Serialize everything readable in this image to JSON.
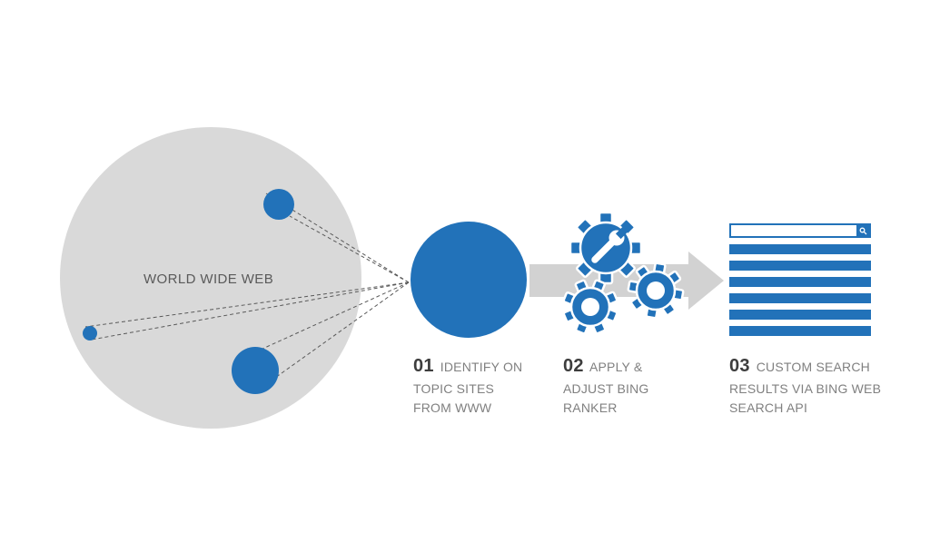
{
  "diagram": {
    "www_label": "WORLD WIDE WEB",
    "steps": [
      {
        "num": "01",
        "text": "IDENTIFY ON TOPIC SITES FROM WWW"
      },
      {
        "num": "02",
        "text": "APPLY & ADJUST BING RANKER"
      },
      {
        "num": "03",
        "text": "CUSTOM SEARCH RESULTS VIA BING WEB SEARCH API"
      }
    ],
    "icons": {
      "step1": "filled-circle-icon",
      "step2": "gears-with-wrench-icon",
      "step3": "search-results-list-icon"
    },
    "colors": {
      "accent": "#2272b9",
      "www_circle_gray": "#d9d9d9",
      "arrow_gray": "#d2d2d2",
      "dashed_line_gray": "#595959",
      "step_text_gray": "#808080",
      "step_number_dark": "#3d3d3d",
      "www_label_gray": "#5a5a5a"
    }
  }
}
